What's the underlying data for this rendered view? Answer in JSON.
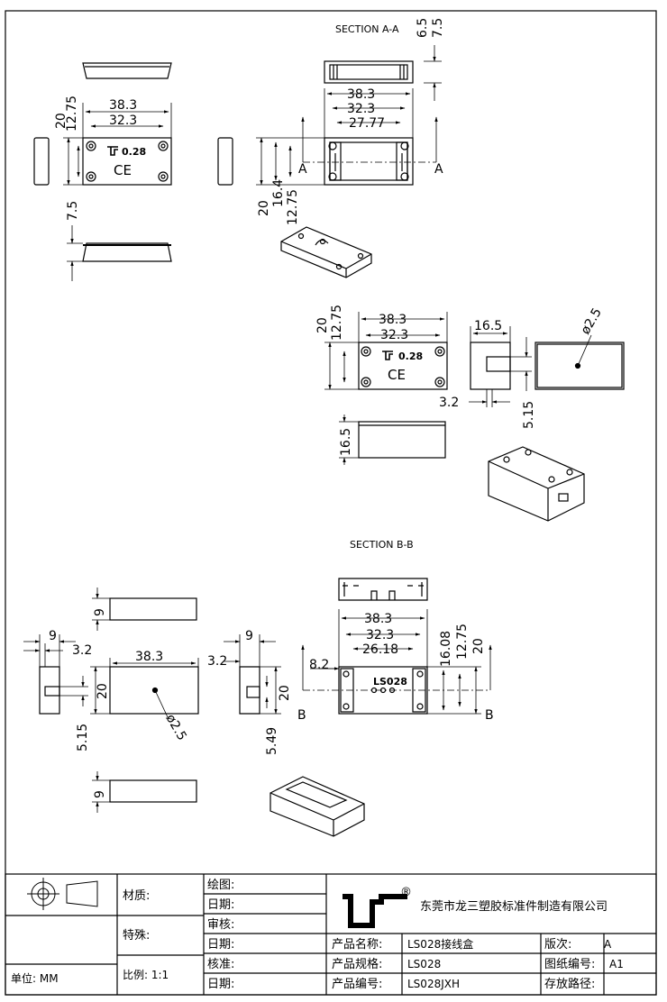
{
  "sections": {
    "a": "SECTION A-A",
    "b": "SECTION B-B",
    "cut_a": "A",
    "cut_b": "B"
  },
  "product_marking": {
    "part_no": "0.28",
    "ce": "CE",
    "top_label": "LS028"
  },
  "dimensions": {
    "d_6_5": "6.5",
    "d_7_5": "7.5",
    "d_38_3": "38.3",
    "d_32_3": "32.3",
    "d_27_77": "27.77",
    "d_20": "20",
    "d_12_75": "12.75",
    "d_16_4": "16.4",
    "d_16_5": "16.5",
    "d_2_5": "ø2.5",
    "d_3_2": "3.2",
    "d_5_15": "5.15",
    "d_9": "9",
    "d_26_18": "26.18",
    "d_16_08": "16.08",
    "d_8_2": "8.2",
    "d_5_49": "5.49"
  },
  "title_block": {
    "material_label": "材质:",
    "special_label": "特殊:",
    "unit": "单位: MM",
    "scale": "比例: 1:1",
    "drawn_label": "绘图:",
    "date_label": "日期:",
    "review_label": "审核:",
    "approve_label": "核准:",
    "company": "东莞市龙三塑胶标准件制造有限公司",
    "registered": "®",
    "product_name_label": "产品名称:",
    "product_name": "LS028接线盒",
    "spec_label": "产品规格:",
    "spec": "LS028",
    "code_label": "产品编号:",
    "code": "LS028JXH",
    "version_label": "版次:",
    "version": "A",
    "drawing_no_label": "图纸编号:",
    "drawing_no": "A1",
    "storage_label": "存放路径:"
  }
}
